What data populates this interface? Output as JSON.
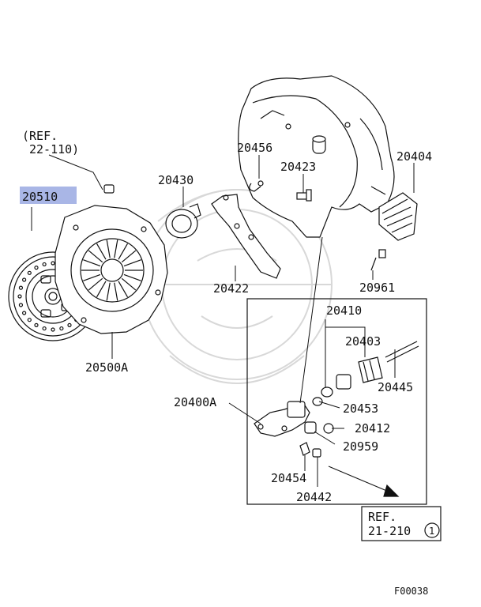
{
  "diagram": {
    "highlight_color": "#a9b6e6",
    "ink_color": "#111111",
    "parts": {
      "p20510": "20510",
      "p20500A": "20500A",
      "p20430": "20430",
      "p20456": "20456",
      "p20423": "20423",
      "p20404": "20404",
      "p20422": "20422",
      "p20961": "20961",
      "p20410": "20410",
      "p20403": "20403",
      "p20445": "20445",
      "p20400A": "20400A",
      "p20453": "20453",
      "p20412": "20412",
      "p20959": "20959",
      "p20454": "20454",
      "p20442": "20442"
    },
    "ref_top": {
      "line1": "(REF.",
      "line2": "22-110)"
    },
    "ref_bottom": {
      "line1": "REF.",
      "line2": "21-210",
      "circle": "1"
    },
    "figure_code": "F00038"
  }
}
